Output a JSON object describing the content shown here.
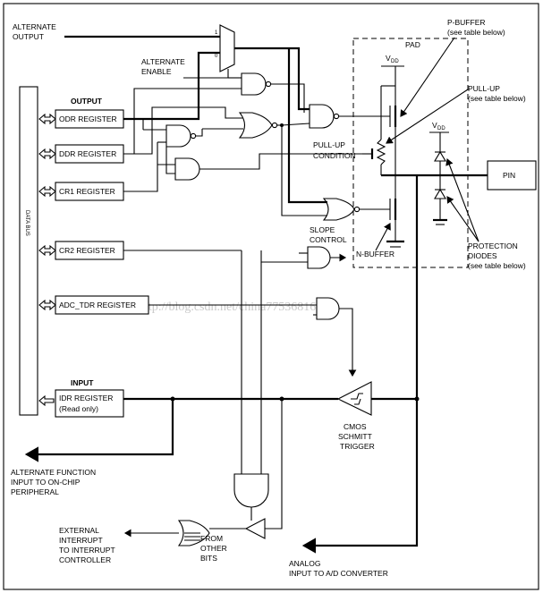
{
  "labels": {
    "alternate_output_1": "ALTERNATE",
    "alternate_output_2": "OUTPUT",
    "alternate_enable_1": "ALTERNATE",
    "alternate_enable_2": "ENABLE",
    "mux_1": "1",
    "mux_0": "0",
    "output": "OUTPUT",
    "input": "INPUT",
    "data_bus": "DATA BUS",
    "odr": "ODR REGISTER",
    "ddr": "DDR REGISTER",
    "cr1": "CR1 REGISTER",
    "cr2": "CR2 REGISTER",
    "adc_tdr": "ADC_TDR REGISTER",
    "idr_1": "IDR REGISTER",
    "idr_2": "(Read only)",
    "pad": "PAD",
    "vdd_main": "V",
    "vdd_main_sub": "DD",
    "vdd_diode": "V",
    "vdd_diode_sub": "DD",
    "p_buffer_1": "P-BUFFER",
    "p_buffer_2": "(see table below)",
    "pull_up_1": "PULL-UP",
    "pull_up_2": "(see table below)",
    "pull_up_cond_1": "PULL-UP",
    "pull_up_cond_2": "CONDITION",
    "pin": "PIN",
    "slope_1": "SLOPE",
    "slope_2": "CONTROL",
    "n_buffer": "N-BUFFER",
    "prot_1": "PROTECTION",
    "prot_2": "DIODES",
    "prot_3": "(see table below)",
    "cmos_1": "CMOS",
    "cmos_2": "SCHMITT",
    "cmos_3": "TRIGGER",
    "alt_func_1": "ALTERNATE FUNCTION",
    "alt_func_2": "INPUT TO ON-CHIP",
    "alt_func_3": "PERIPHERAL",
    "ext_int_1": "EXTERNAL",
    "ext_int_2": "INTERRUPT",
    "ext_int_3": "TO INTERRUPT",
    "ext_int_4": "CONTROLLER",
    "from_1": "FROM",
    "from_2": "OTHER",
    "from_3": "BITS",
    "analog_1": "ANALOG",
    "analog_2": "INPUT TO A/D CONVERTER",
    "watermark": "http://blog.csdn.net/china77536816"
  }
}
